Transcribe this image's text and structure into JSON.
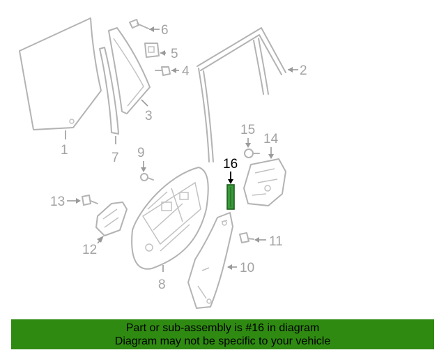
{
  "callouts": {
    "c1": "1",
    "c2": "2",
    "c3": "3",
    "c4": "4",
    "c5": "5",
    "c6": "6",
    "c7": "7",
    "c8": "8",
    "c9": "9",
    "c10": "10",
    "c11": "11",
    "c12": "12",
    "c13": "13",
    "c14": "14",
    "c15": "15",
    "c16": "16"
  },
  "highlighted_part": "16",
  "colors": {
    "banner": "#2f8a12",
    "highlight": "#3a9a3a",
    "parts": "#b3b3b3"
  },
  "banner": {
    "line1": "Part or sub-assembly is #16 in diagram",
    "line2": "Diagram may not be specific to your vehicle"
  }
}
